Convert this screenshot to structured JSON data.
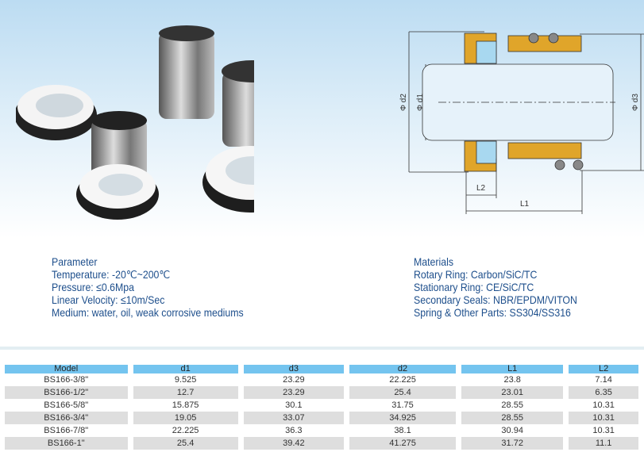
{
  "diagram": {
    "labels": {
      "d2": "Φ d2",
      "d1": "Φ d1",
      "d3": "Φ d3",
      "l2": "L2",
      "l1": "L1"
    }
  },
  "parameters": {
    "title": "Parameter",
    "lines": [
      "Temperature: -20℃~200℃",
      "Pressure: ≤0.6Mpa",
      "Linear Velocity: ≤10m/Sec",
      "Medium: water, oil, weak corrosive mediums"
    ]
  },
  "materials": {
    "title": "Materials",
    "lines": [
      "Rotary Ring: Carbon/SiC/TC",
      "Stationary Ring: CE/SiC/TC",
      "Secondary Seals: NBR/EPDM/VITON",
      "Spring & Other Parts: SS304/SS316"
    ]
  },
  "table": {
    "headers": [
      "Model",
      "d1",
      "d3",
      "d2",
      "L1",
      "L2"
    ],
    "rows": [
      [
        "BS166-3/8\"",
        "9.525",
        "23.29",
        "22.225",
        "23.8",
        "7.14"
      ],
      [
        "BS166-1/2\"",
        "12.7",
        "23.29",
        "25.4",
        "23.01",
        "6.35"
      ],
      [
        "BS166-5/8\"",
        "15.875",
        "30.1",
        "31.75",
        "28.55",
        "10.31"
      ],
      [
        "BS166-3/4\"",
        "19.05",
        "33.07",
        "34.925",
        "28.55",
        "10.31"
      ],
      [
        "BS166-7/8\"",
        "22.225",
        "36.3",
        "38.1",
        "30.94",
        "10.31"
      ],
      [
        "BS166-1\"",
        "25.4",
        "39.42",
        "41.275",
        "31.72",
        "11.1"
      ]
    ]
  },
  "colors": {
    "text": "#1e4f8c",
    "header": "#74c4ef",
    "alt_row": "#dedede"
  }
}
